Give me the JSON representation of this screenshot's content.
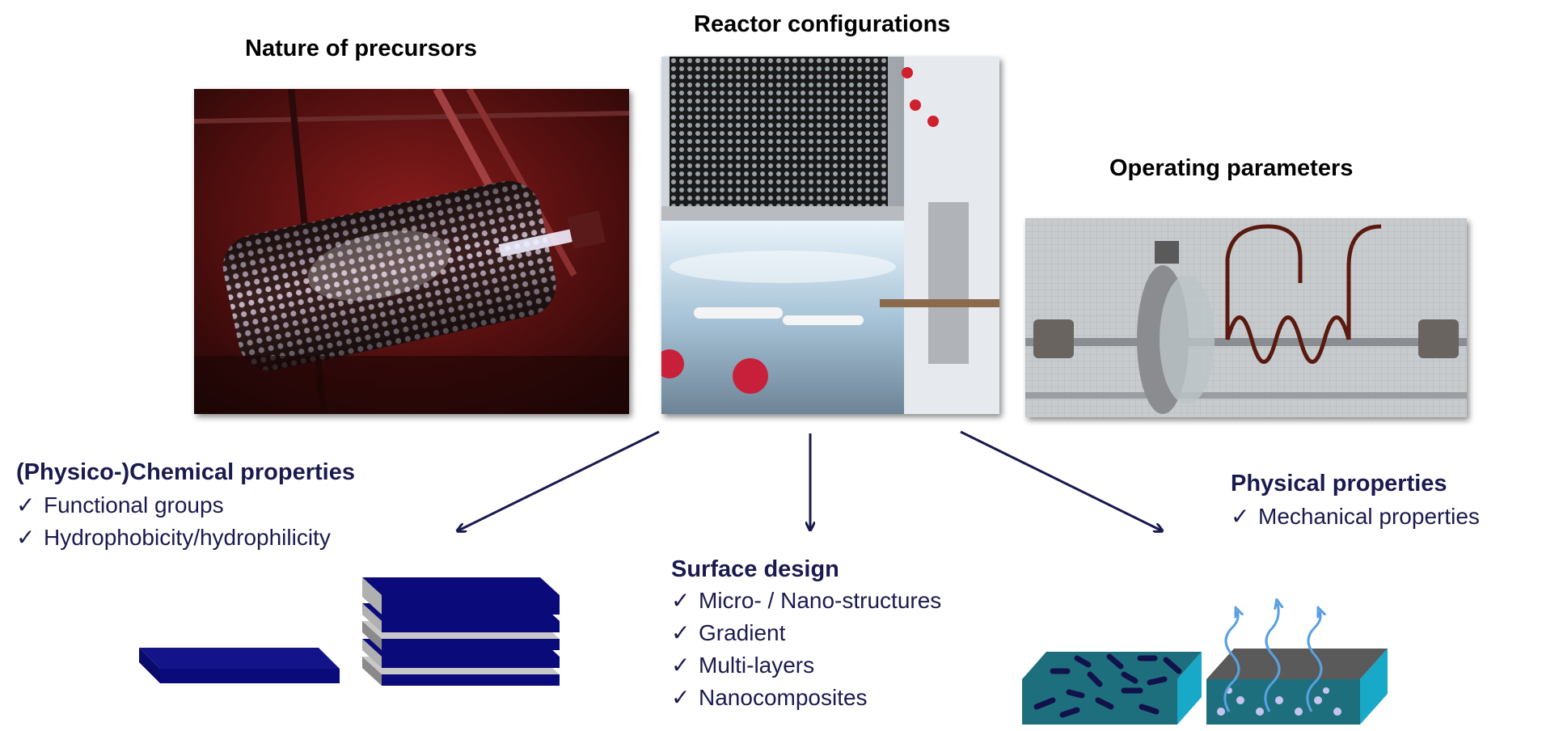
{
  "headings": {
    "precursors": "Nature of precursors",
    "reactor": "Reactor configurations",
    "operating": "Operating parameters"
  },
  "chemical": {
    "title": "(Physico-)Chemical properties",
    "items": [
      "Functional groups",
      "Hydrophobicity/hydrophilicity"
    ]
  },
  "surface": {
    "title": "Surface design",
    "items": [
      "Micro- / Nano-structures",
      "Gradient",
      "Multi-layers",
      "Nanocomposites"
    ]
  },
  "physical": {
    "title": "Physical properties",
    "items": [
      "Mechanical properties"
    ]
  },
  "check_mark": "✓",
  "colors": {
    "text_navy": "#1a1a4e",
    "arrow": "#1a1a4e",
    "layer_blue": "#0a0a7a",
    "layer_grey": "#b0b0b0",
    "teal_top": "#1e6f7e",
    "teal_side": "#1aa0c0"
  }
}
